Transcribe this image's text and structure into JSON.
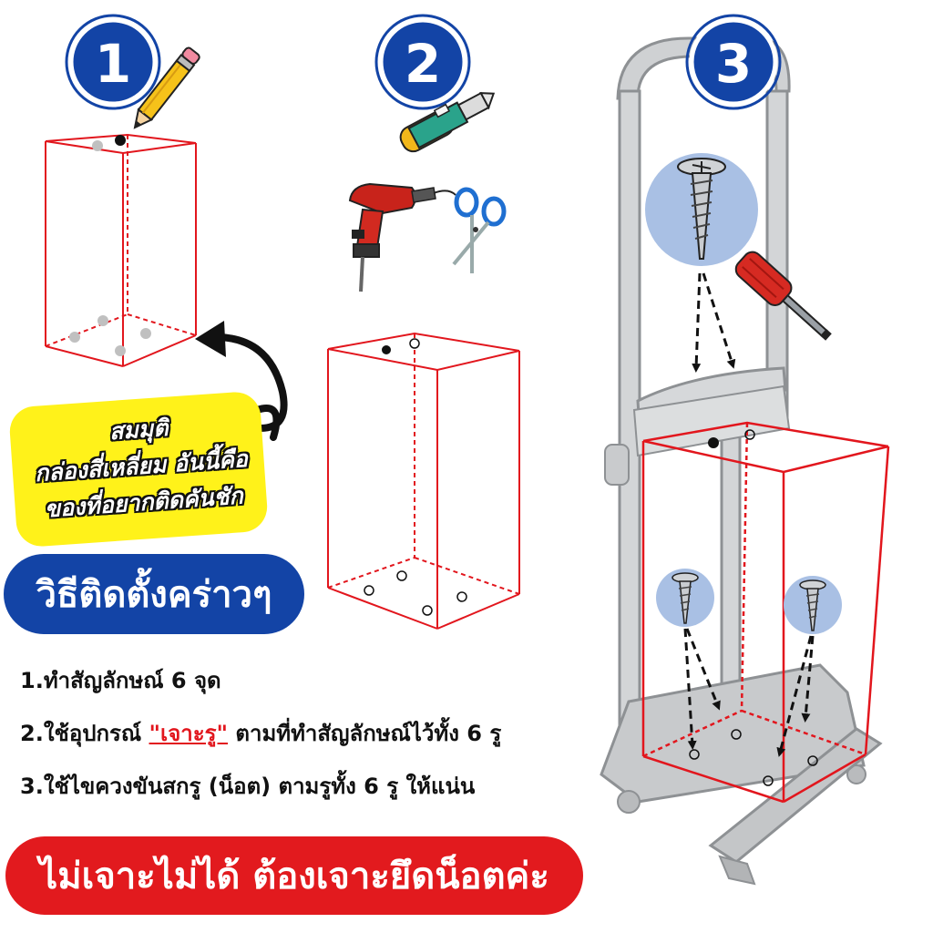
{
  "steps_badges": [
    "1",
    "2",
    "3"
  ],
  "note": {
    "line1": "สมมุติ",
    "line2": "กล่องสี่เหลี่ยม อันนี้คือ",
    "line3": "ของที่อยากติดคันชัก"
  },
  "section_title": "วิธีติดตั้งคร่าวๆ",
  "instructions": {
    "step1": "1.ทำสัญลักษณ์ 6 จุด",
    "step2_prefix": "2.ใช้อุปกรณ์ ",
    "step2_highlight": "\"เจาะรู\"",
    "step2_suffix": " ตามที่ทำสัญลักษณ์ไว้ทั้ง 6 รู",
    "step3": "3.ใช้ไขควงขันสกรู (น็อต) ตามรูทั้ง 6 รู ให้แน่น"
  },
  "warning": "ไม่เจาะไม่ได้ ต้องเจาะยึดน็อตค่ะ",
  "colors": {
    "badge_blue": "#1344a6",
    "box_red": "#e2161d",
    "note_yellow": "#fff21a",
    "warning_red": "#e21a1e"
  },
  "icons": [
    "pencil-icon",
    "cutter-knife-icon",
    "drill-icon",
    "scissors-icon",
    "screwdriver-icon",
    "screw-icon"
  ]
}
